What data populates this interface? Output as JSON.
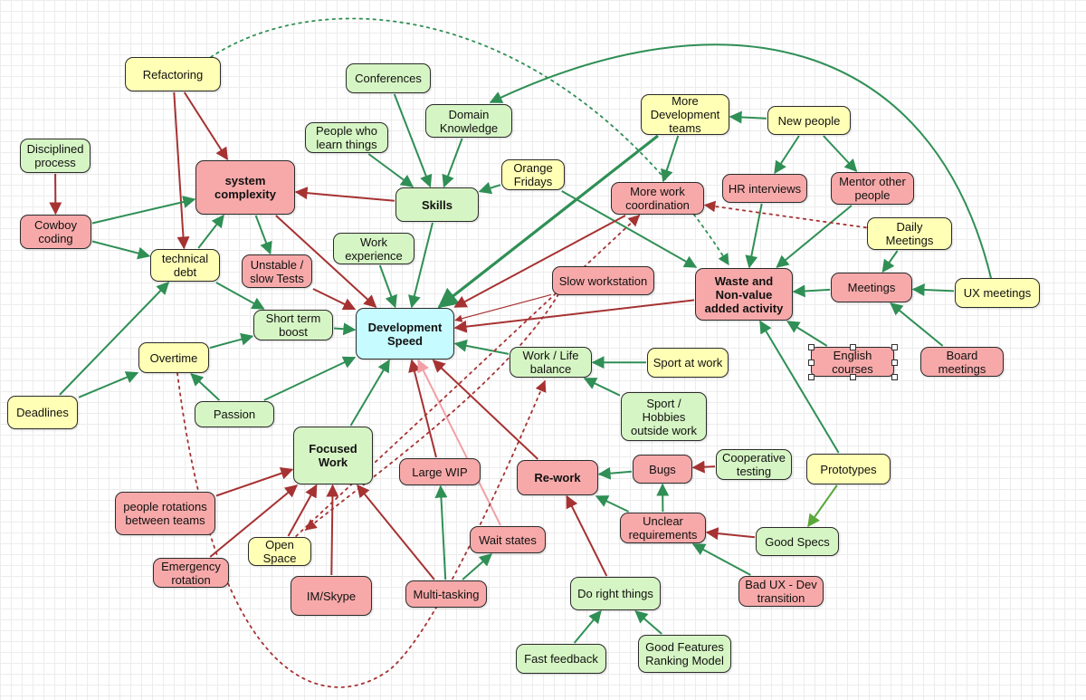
{
  "colors": {
    "yellow": "#ffffb5",
    "green": "#d6f5c4",
    "red": "#f7a9a9",
    "cyan": "#c6fbff",
    "arrow_green": "#2f8f55",
    "arrow_red": "#a63232",
    "arrow_pink": "#f2a0a6",
    "arrow_dotted_green": "#2f8f55",
    "arrow_dotted_red": "#a63232"
  },
  "nodes": [
    {
      "id": "refactoring",
      "label": "Refactoring",
      "color": "yellow"
    },
    {
      "id": "conferences",
      "label": "Conferences",
      "color": "green"
    },
    {
      "id": "domain",
      "label": "Domain\nKnowledge",
      "color": "green"
    },
    {
      "id": "more_teams",
      "label": "More\nDevelopment\nteams",
      "color": "yellow"
    },
    {
      "id": "new_people",
      "label": "New people",
      "color": "yellow"
    },
    {
      "id": "disciplined",
      "label": "Disciplined\nprocess",
      "color": "green"
    },
    {
      "id": "people_learn",
      "label": "People who\nlearn things",
      "color": "green"
    },
    {
      "id": "orange_fridays",
      "label": "Orange\nFridays",
      "color": "yellow"
    },
    {
      "id": "system_complexity",
      "label": "system\ncomplexity",
      "color": "red",
      "bold": true
    },
    {
      "id": "skills",
      "label": "Skills",
      "color": "green",
      "bold": true
    },
    {
      "id": "more_work_coord",
      "label": "More work\ncoordination",
      "color": "red"
    },
    {
      "id": "hr_interviews",
      "label": "HR interviews",
      "color": "red"
    },
    {
      "id": "mentor",
      "label": "Mentor other\npeople",
      "color": "red"
    },
    {
      "id": "cowboy",
      "label": "Cowboy\ncoding",
      "color": "red"
    },
    {
      "id": "technical_debt",
      "label": "technical\ndebt",
      "color": "yellow"
    },
    {
      "id": "work_experience",
      "label": "Work\nexperience",
      "color": "green"
    },
    {
      "id": "daily_meetings",
      "label": "Daily\nMeetings",
      "color": "yellow"
    },
    {
      "id": "unstable_tests",
      "label": "Unstable /\nslow Tests",
      "color": "red"
    },
    {
      "id": "slow_workstation",
      "label": "Slow workstation",
      "color": "red"
    },
    {
      "id": "waste",
      "label": "Waste and\nNon-value\nadded activity",
      "color": "red",
      "bold": true
    },
    {
      "id": "meetings",
      "label": "Meetings",
      "color": "red"
    },
    {
      "id": "ux_meetings",
      "label": "UX meetings",
      "color": "yellow"
    },
    {
      "id": "short_term",
      "label": "Short term\nboost",
      "color": "green"
    },
    {
      "id": "dev_speed",
      "label": "Development\nSpeed",
      "color": "cyan",
      "bold": true
    },
    {
      "id": "overtime",
      "label": "Overtime",
      "color": "yellow"
    },
    {
      "id": "work_life",
      "label": "Work / Life\nbalance",
      "color": "green"
    },
    {
      "id": "sport_work",
      "label": "Sport at work",
      "color": "yellow"
    },
    {
      "id": "english",
      "label": "English\ncourses",
      "color": "red",
      "selected": true
    },
    {
      "id": "board_meetings",
      "label": "Board\nmeetings",
      "color": "red"
    },
    {
      "id": "deadlines",
      "label": "Deadlines",
      "color": "yellow"
    },
    {
      "id": "passion",
      "label": "Passion",
      "color": "green"
    },
    {
      "id": "sport_hobbies",
      "label": "Sport /\nHobbies\noutside work",
      "color": "green"
    },
    {
      "id": "focused_work",
      "label": "Focused\nWork",
      "color": "green",
      "bold": true
    },
    {
      "id": "large_wip",
      "label": "Large WIP",
      "color": "red"
    },
    {
      "id": "rework",
      "label": "Re-work",
      "color": "red",
      "bold": true
    },
    {
      "id": "bugs",
      "label": "Bugs",
      "color": "red"
    },
    {
      "id": "coop_testing",
      "label": "Cooperative\ntesting",
      "color": "green"
    },
    {
      "id": "prototypes",
      "label": "Prototypes",
      "color": "yellow"
    },
    {
      "id": "people_rotations",
      "label": "people rotations\nbetween teams",
      "color": "red"
    },
    {
      "id": "unclear_req",
      "label": "Unclear\nrequirements",
      "color": "red"
    },
    {
      "id": "good_specs",
      "label": "Good Specs",
      "color": "green"
    },
    {
      "id": "open_space",
      "label": "Open\nSpace",
      "color": "yellow"
    },
    {
      "id": "wait_states",
      "label": "Wait states",
      "color": "red"
    },
    {
      "id": "emergency",
      "label": "Emergency\nrotation",
      "color": "red"
    },
    {
      "id": "im_skype",
      "label": "IM/Skype",
      "color": "red"
    },
    {
      "id": "multitasking",
      "label": "Multi-tasking",
      "color": "red"
    },
    {
      "id": "do_right",
      "label": "Do right things",
      "color": "green"
    },
    {
      "id": "bad_ux",
      "label": "Bad UX - Dev\ntransition",
      "color": "red"
    },
    {
      "id": "fast_feedback",
      "label": "Fast feedback",
      "color": "green"
    },
    {
      "id": "good_features",
      "label": "Good Features\nRanking Model",
      "color": "green"
    }
  ],
  "edges": [
    {
      "from": "refactoring",
      "to": "system_complexity",
      "style": "red"
    },
    {
      "from": "refactoring",
      "to": "technical_debt",
      "style": "red"
    },
    {
      "from": "disciplined",
      "to": "cowboy",
      "style": "red"
    },
    {
      "from": "cowboy",
      "to": "system_complexity",
      "style": "green"
    },
    {
      "from": "cowboy",
      "to": "technical_debt",
      "style": "green"
    },
    {
      "from": "technical_debt",
      "to": "system_complexity",
      "style": "green"
    },
    {
      "from": "technical_debt",
      "to": "short_term",
      "style": "green"
    },
    {
      "from": "system_complexity",
      "to": "unstable_tests",
      "style": "green"
    },
    {
      "from": "system_complexity",
      "to": "dev_speed",
      "style": "red"
    },
    {
      "from": "skills",
      "to": "system_complexity",
      "style": "red"
    },
    {
      "from": "conferences",
      "to": "skills",
      "style": "green"
    },
    {
      "from": "domain",
      "to": "skills",
      "style": "green"
    },
    {
      "from": "people_learn",
      "to": "skills",
      "style": "green"
    },
    {
      "from": "orange_fridays",
      "to": "skills",
      "style": "green"
    },
    {
      "from": "orange_fridays",
      "to": "waste",
      "style": "green"
    },
    {
      "from": "skills",
      "to": "dev_speed",
      "style": "green"
    },
    {
      "from": "work_experience",
      "to": "dev_speed",
      "style": "green"
    },
    {
      "from": "unstable_tests",
      "to": "dev_speed",
      "style": "red"
    },
    {
      "from": "more_teams",
      "to": "dev_speed",
      "style": "green_thick"
    },
    {
      "from": "more_teams",
      "to": "more_work_coord",
      "style": "green"
    },
    {
      "from": "new_people",
      "to": "more_teams",
      "style": "green"
    },
    {
      "from": "new_people",
      "to": "hr_interviews",
      "style": "green"
    },
    {
      "from": "new_people",
      "to": "mentor",
      "style": "green"
    },
    {
      "from": "hr_interviews",
      "to": "waste",
      "style": "green"
    },
    {
      "from": "mentor",
      "to": "waste",
      "style": "green"
    },
    {
      "from": "more_work_coord",
      "to": "dev_speed",
      "style": "red"
    },
    {
      "from": "daily_meetings",
      "to": "more_work_coord",
      "style": "red_dotted"
    },
    {
      "from": "daily_meetings",
      "to": "meetings",
      "style": "green"
    },
    {
      "from": "slow_workstation",
      "to": "dev_speed",
      "style": "red_thin"
    },
    {
      "from": "waste",
      "to": "dev_speed",
      "style": "red"
    },
    {
      "from": "meetings",
      "to": "waste",
      "style": "green"
    },
    {
      "from": "ux_meetings",
      "to": "meetings",
      "style": "green"
    },
    {
      "from": "board_meetings",
      "to": "meetings",
      "style": "green"
    },
    {
      "from": "english",
      "to": "waste",
      "style": "green"
    },
    {
      "from": "prototypes",
      "to": "waste",
      "style": "green"
    },
    {
      "from": "short_term",
      "to": "dev_speed",
      "style": "green"
    },
    {
      "from": "overtime",
      "to": "short_term",
      "style": "green"
    },
    {
      "from": "deadlines",
      "to": "overtime",
      "style": "green"
    },
    {
      "from": "deadlines",
      "to": "technical_debt",
      "style": "green"
    },
    {
      "from": "passion",
      "to": "overtime",
      "style": "green"
    },
    {
      "from": "passion",
      "to": "dev_speed",
      "style": "green"
    },
    {
      "from": "work_life",
      "to": "dev_speed",
      "style": "green"
    },
    {
      "from": "sport_work",
      "to": "work_life",
      "style": "green"
    },
    {
      "from": "sport_hobbies",
      "to": "work_life",
      "style": "green"
    },
    {
      "from": "focused_work",
      "to": "dev_speed",
      "style": "green"
    },
    {
      "from": "large_wip",
      "to": "dev_speed",
      "style": "red"
    },
    {
      "from": "rework",
      "to": "dev_speed",
      "style": "red"
    },
    {
      "from": "bugs",
      "to": "rework",
      "style": "green"
    },
    {
      "from": "coop_testing",
      "to": "bugs",
      "style": "red"
    },
    {
      "from": "unclear_req",
      "to": "bugs",
      "style": "green"
    },
    {
      "from": "unclear_req",
      "to": "rework",
      "style": "green"
    },
    {
      "from": "good_specs",
      "to": "unclear_req",
      "style": "red"
    },
    {
      "from": "prototypes",
      "to": "good_specs",
      "style": "lime"
    },
    {
      "from": "bad_ux",
      "to": "unclear_req",
      "style": "green"
    },
    {
      "from": "do_right",
      "to": "rework",
      "style": "red"
    },
    {
      "from": "fast_feedback",
      "to": "do_right",
      "style": "green"
    },
    {
      "from": "good_features",
      "to": "do_right",
      "style": "green"
    },
    {
      "from": "people_rotations",
      "to": "focused_work",
      "style": "red"
    },
    {
      "from": "emergency",
      "to": "focused_work",
      "style": "red"
    },
    {
      "from": "open_space",
      "to": "focused_work",
      "style": "red"
    },
    {
      "from": "im_skype",
      "to": "focused_work",
      "style": "red"
    },
    {
      "from": "multitasking",
      "to": "focused_work",
      "style": "red"
    },
    {
      "from": "multitasking",
      "to": "large_wip",
      "style": "green"
    },
    {
      "from": "multitasking",
      "to": "wait_states",
      "style": "green"
    },
    {
      "from": "wait_states",
      "to": "dev_speed",
      "style": "pink"
    },
    {
      "from": "open_space",
      "to": "more_work_coord",
      "style": "red_dotted"
    },
    {
      "from": "refactoring",
      "to": "waste",
      "style": "green_dotted_curve"
    },
    {
      "from": "ux_meetings",
      "to": "domain",
      "style": "green_curve"
    },
    {
      "from": "overtime",
      "to": "work_life",
      "style": "red_dotted_curve"
    },
    {
      "from": "slow_workstation",
      "to": "emergency",
      "style": "red_dotted_curve2"
    }
  ]
}
